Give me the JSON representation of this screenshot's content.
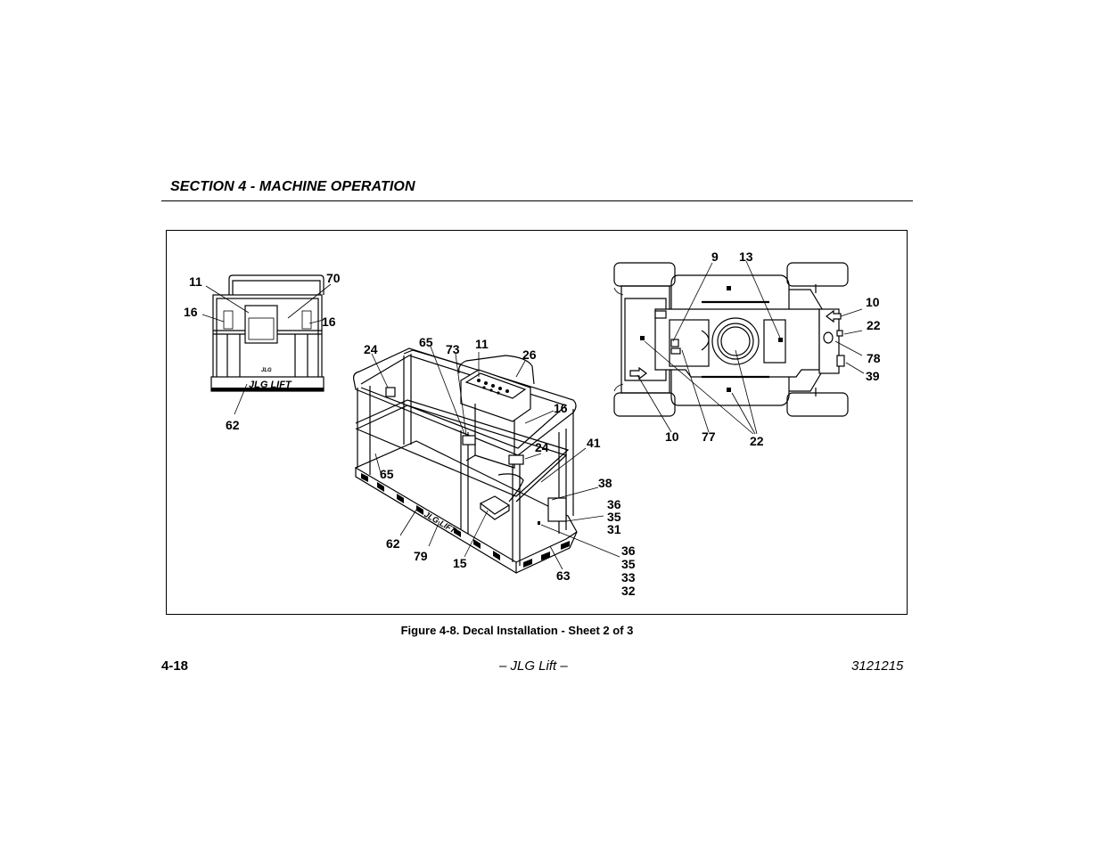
{
  "header": {
    "section_title": "SECTION 4 - MACHINE OPERATION"
  },
  "figure": {
    "caption": "Figure 4-8. Decal Installation - Sheet 2 of 3",
    "brand_marks": {
      "rear_view": "JLG LIFT",
      "side_view": "JLG LIFT",
      "side_small": "JLG"
    },
    "callouts": {
      "rear": {
        "c11": "11",
        "c70": "70",
        "c16a": "16",
        "c16b": "16",
        "c62": "62"
      },
      "platform": {
        "c24a": "24",
        "c65a": "65",
        "c73": "73",
        "c11": "11",
        "c26": "26",
        "c16": "16",
        "c24b": "24",
        "c41": "41",
        "c65b": "65",
        "c38": "38",
        "c36a": "36",
        "c35a": "35",
        "c31": "31",
        "c62": "62",
        "c79": "79",
        "c15": "15",
        "c63": "63",
        "c36b": "36",
        "c35b": "35",
        "c33": "33",
        "c32": "32"
      },
      "chassis": {
        "c9": "9",
        "c13": "13",
        "c10a": "10",
        "c22a": "22",
        "c78": "78",
        "c39": "39",
        "c10b": "10",
        "c77": "77",
        "c22b": "22"
      }
    }
  },
  "footer": {
    "page_number": "4-18",
    "center": "– JLG Lift –",
    "doc_number": "3121215"
  }
}
